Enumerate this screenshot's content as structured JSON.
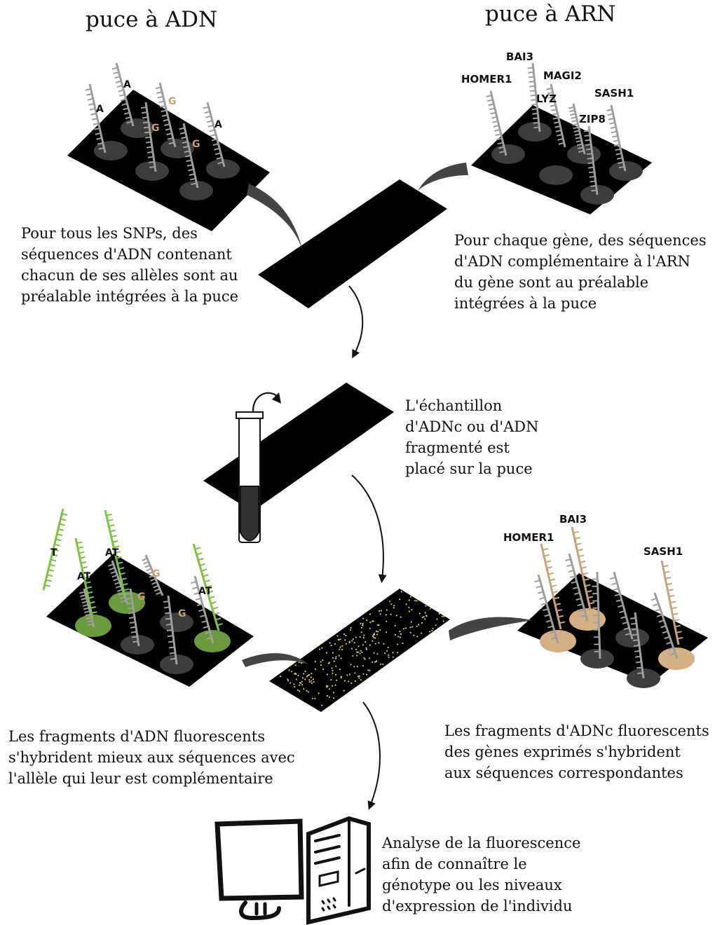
{
  "titles": {
    "dna_chip": "puce à ADN",
    "rna_chip": "puce à ARN"
  },
  "captions": {
    "dna_prep": "Pour tous les SNPs, des\nséquences d'ADN contenant\nchacun de ses allèles sont au\npréalable intégrées à la puce",
    "rna_prep": "Pour chaque gène, des séquences\nd'ADN complémentaire à l'ARN\ndu gène sont au préalable\nintégrées à la puce",
    "sample": "L'échantillon\nd'ADNc ou d'ADN\nfragmenté est\nplacé sur la puce",
    "dna_hybrid": "Les fragments d'ADN fluorescents\ns'hybrident mieux aux séquences avec\nl'allèle qui leur est complémentaire",
    "rna_hybrid": "Les fragments d'ADNc fluorescents\ndes gènes exprimés s'hybrident\naux séquences correspondantes",
    "analysis": "Analyse de la fluorescence\nafin de connaître le\ngénotype ou les niveaux\nd'expression de l'individu"
  },
  "genes_top": [
    "BAI3",
    "HOMER1",
    "MAGI2",
    "LYZ",
    "SASH1",
    "ZIP8"
  ],
  "genes_bottom": [
    "BAI3",
    "HOMER1",
    "SASH1"
  ],
  "alleles_top": [
    "A",
    "A",
    "G",
    "G",
    "G",
    "A"
  ],
  "alleles_bottom": [
    "T",
    "AT",
    "AT",
    "G",
    "G",
    "G",
    "AT"
  ],
  "colors": {
    "chip": "#000000",
    "spot": "#3d3d3d",
    "probe": "#9e9e9e",
    "dna_fluo": "#7dc242",
    "dna_spot": "#6a9a3c",
    "cdna_fluo": "#c9a376",
    "cdna_spot": "#d4b085",
    "allele_g": "#c9a06a",
    "microarray_dots": "#d0d05a"
  }
}
